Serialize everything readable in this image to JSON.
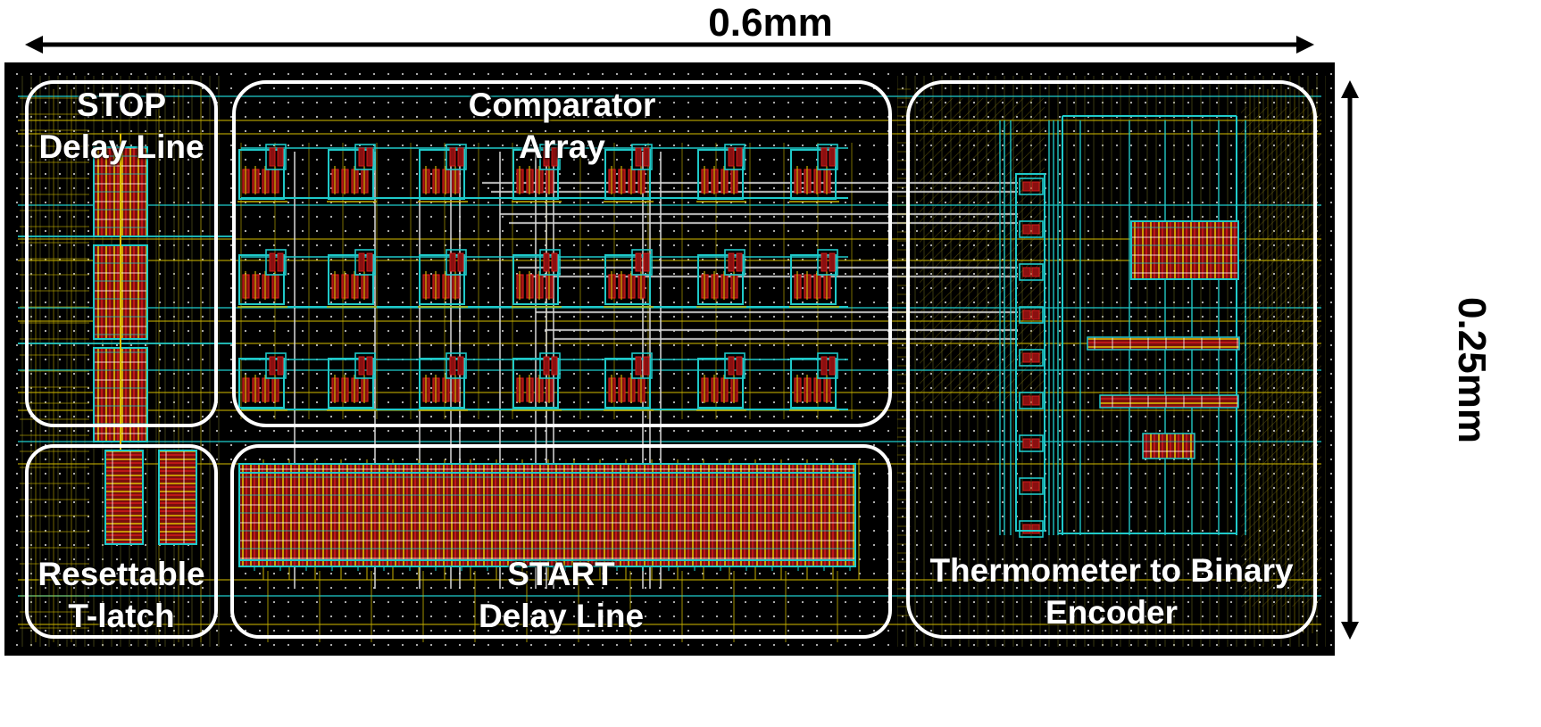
{
  "dimensions": {
    "width": "0.6mm",
    "height": "0.25mm"
  },
  "blocks": {
    "stop_delay_line": "STOP\nDelay Line",
    "comparator_array": "Comparator\nArray",
    "thermometer_encoder": "Thermometer to Binary\nEncoder",
    "resettable_tlatch": "Resettable\nT-latch",
    "start_delay_line": "START\nDelay Line"
  },
  "colors": {
    "background": "#000000",
    "metal1": "#1fc9c9",
    "metal2": "#c9b300",
    "poly": "#d21a1a",
    "diffusion": "#8a1010",
    "via": "#d8d8d8",
    "outline": "#ffffff",
    "grid_dot": "#bfbfbf"
  }
}
